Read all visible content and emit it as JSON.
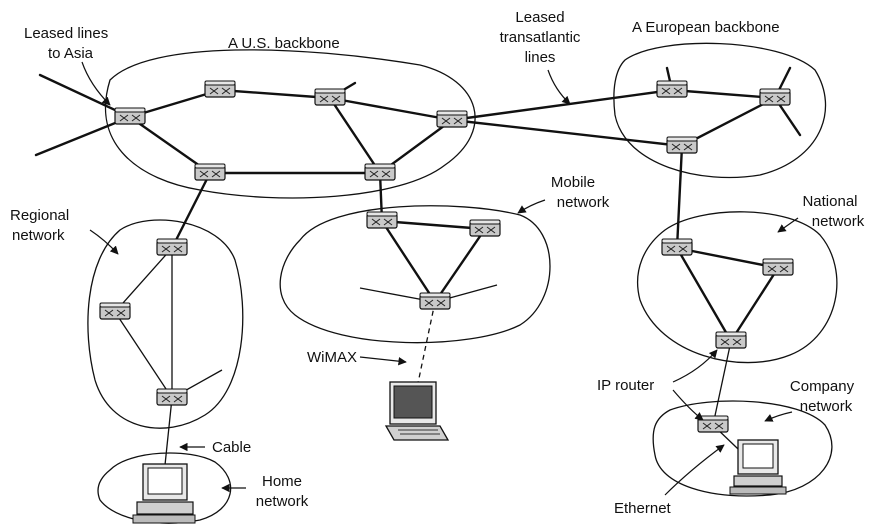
{
  "labels": {
    "leased_lines_asia_1": "Leased lines",
    "leased_lines_asia_2": "to Asia",
    "us_backbone": "A U.S. backbone",
    "leased_transatlantic_1": "Leased",
    "leased_transatlantic_2": "transatlantic",
    "leased_transatlantic_3": "lines",
    "european_backbone": "A European backbone",
    "mobile_network_1": "Mobile",
    "mobile_network_2": "network",
    "national_network_1": "National",
    "national_network_2": "network",
    "regional_network_1": "Regional",
    "regional_network_2": "network",
    "wimax": "WiMAX",
    "ip_router": "IP router",
    "company_network_1": "Company",
    "company_network_2": "network",
    "cable": "Cable",
    "home_network_1": "Home",
    "home_network_2": "network",
    "ethernet": "Ethernet"
  },
  "routers": [
    {
      "id": "us_west"
    },
    {
      "id": "us_top1"
    },
    {
      "id": "us_top2"
    },
    {
      "id": "us_east"
    },
    {
      "id": "us_bottom_left"
    },
    {
      "id": "us_bottom_right"
    },
    {
      "id": "eu_left"
    },
    {
      "id": "eu_right"
    },
    {
      "id": "eu_bottom"
    },
    {
      "id": "mobile_left"
    },
    {
      "id": "mobile_right"
    },
    {
      "id": "mobile_bottom"
    },
    {
      "id": "national_left"
    },
    {
      "id": "national_right"
    },
    {
      "id": "national_bottom"
    },
    {
      "id": "regional_top"
    },
    {
      "id": "regional_left"
    },
    {
      "id": "regional_bottom"
    },
    {
      "id": "company_router"
    }
  ]
}
